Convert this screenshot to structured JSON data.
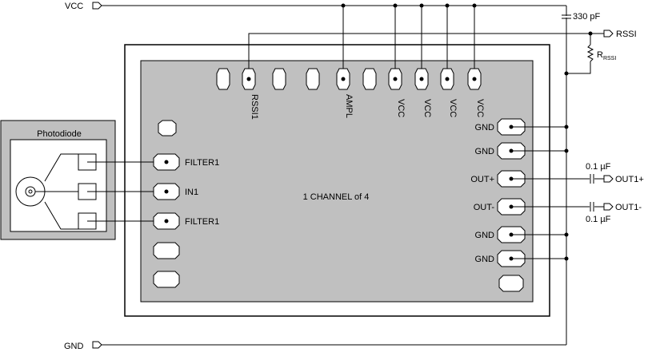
{
  "rails": {
    "vcc": "VCC",
    "gnd": "GND",
    "rssi_port": "RSSI",
    "out_pos_port": "OUT1+",
    "out_neg_port": "OUT1-"
  },
  "components": {
    "cap_top": "330 pF",
    "resistor_main": "R",
    "resistor_sub": "RSSI",
    "cap_out_pos": "0.1 µF",
    "cap_out_neg": "0.1 µF"
  },
  "photodiode": {
    "title": "Photodiode"
  },
  "chip": {
    "title": "1 CHANNEL of 4",
    "top_pins": [
      "RSSI1",
      "AMPL",
      "VCC",
      "VCC",
      "VCC",
      "VCC"
    ],
    "left_pins": [
      "FILTER1",
      "IN1",
      "FILTER1"
    ],
    "right_pins": [
      "GND",
      "GND",
      "OUT+",
      "OUT-",
      "GND",
      "GND"
    ]
  },
  "colors": {
    "board_outline": "#000000",
    "module_fill": "#c0c0c0",
    "photodiode_frame": "#c0c0c0",
    "wire": "#000000"
  }
}
